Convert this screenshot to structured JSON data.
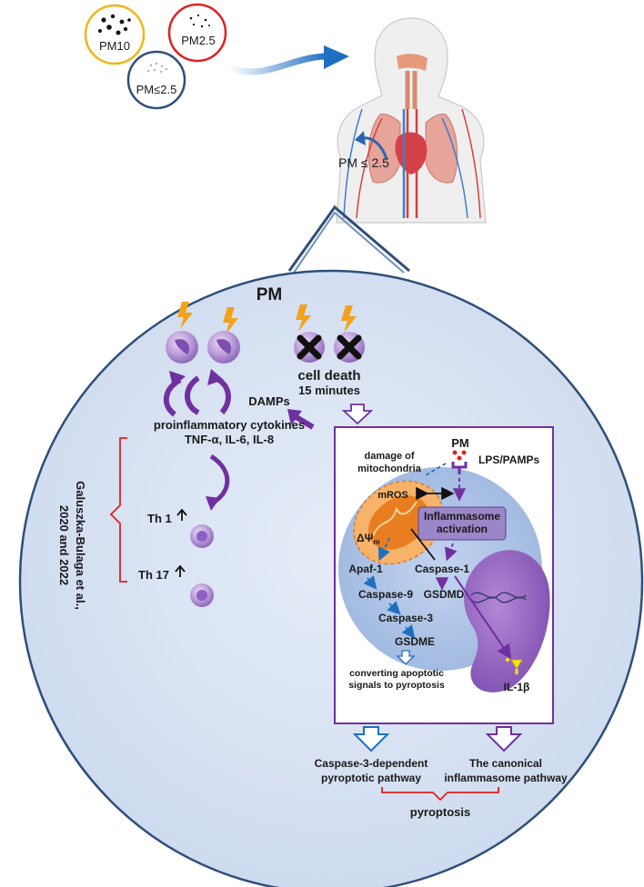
{
  "particles": {
    "pm10": "PM10",
    "pm25": "PM2.5",
    "pmle25": "PM≤2.5"
  },
  "body_label": "PM ≤ 2.5",
  "cell": {
    "title": "PM",
    "cell_death": "cell death",
    "time": "15 minutes",
    "damps": "DAMPs",
    "cytokines_title": "proinflammatory  cytokines",
    "cytokines_list": "TNF-α, IL-6, IL-8",
    "th1": "Th 1",
    "th17": "Th 17",
    "citation_line1": "Galuszka-Bulaga et al.,",
    "citation_line2": "2020 and 2022"
  },
  "inset": {
    "pm": "PM",
    "lps": "LPS/PAMPs",
    "damage1": "damage of",
    "damage2": "mitochondria",
    "mros": "mROS",
    "delta_psi": "ΔΨ",
    "delta_sub": "m",
    "inflammasome1": "Inflammasome",
    "inflammasome2": "activation",
    "apaf": "Apaf-1",
    "caspase1": "Caspase-1",
    "caspase9": "Caspase-9",
    "gsdmd": "GSDMD",
    "caspase3": "Caspase-3",
    "gsdme": "GSDME",
    "converting1": "converting apoptotic",
    "converting2": "signals to pyroptosis",
    "il1b": "IL-1β"
  },
  "pathways": {
    "left1": "Caspase-3-dependent",
    "left2": "pyroptotic pathway",
    "right1": "The canonical",
    "right2": "inflammasome pathway",
    "outcome": "pyroptosis"
  },
  "colors": {
    "cell_fill": "#dbe5f3",
    "cell_stroke": "#2f4f7a",
    "purple": "#7030a0",
    "blue_arrow": "#1f6fc1",
    "red": "#e02020",
    "orange": "#f08a24",
    "yellow_ring": "#f2b418"
  }
}
